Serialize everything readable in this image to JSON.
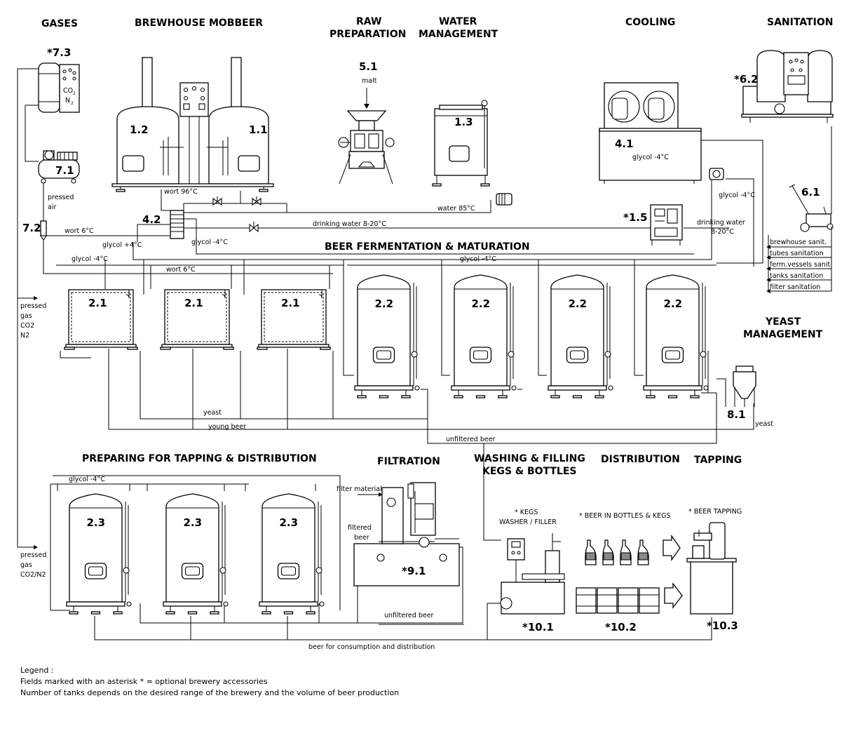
{
  "headers": {
    "gases": "GASES",
    "brewhouse": "BREWHOUSE MOBBEER",
    "raw_1": "RAW",
    "raw_2": "PREPARATION",
    "water_1": "WATER",
    "water_2": "MANAGEMENT",
    "cooling": "COOLING",
    "sanitation": "SANITATION",
    "fermentation": "BEER FERMENTATION & MATURATION",
    "yeast_1": "YEAST",
    "yeast_2": "MANAGEMENT",
    "preparing": "PREPARING FOR TAPPING & DISTRIBUTION",
    "filtration": "FILTRATION",
    "washing_1": "WASHING & FILLING",
    "washing_2": "KEGS & BOTTLES",
    "distribution": "DISTRIBUTION",
    "tapping": "TAPPING"
  },
  "equipment": {
    "e73": "*7.3",
    "e12": "1.2",
    "e11": "1.1",
    "e51": "5.1",
    "e13": "1.3",
    "e41": "4.1",
    "e62": "*6.2",
    "e71": "7.1",
    "e61": "6.1",
    "e72": "7.2",
    "e42": "4.2",
    "e15": "*1.5",
    "e21": "2.1",
    "e22": "2.2",
    "e81": "8.1",
    "e23": "2.3",
    "e91": "*9.1",
    "e101": "*10.1",
    "e102": "*10.2",
    "e103": "*10.3"
  },
  "labels": {
    "co2": "CO",
    "co2_sub": "2",
    "n2": "N",
    "n2_sub": "2",
    "malt": "malt",
    "pressed_1": "pressed",
    "pressed_2": "air",
    "wort96": "wort 96°C",
    "water85": "water 85°C",
    "glycol_minus4": "glycol -4°C",
    "glycol_plus4": "glycol +4°C",
    "wort6": "wort 6°C",
    "drinking_water": "drinking water 8-20°C",
    "drinking_water_1": "drinking water",
    "drinking_water_2": "8-20°C",
    "gas_1": "pressed",
    "gas_2": "gas",
    "gas_3": "CO2",
    "gas_4": "N2",
    "gas_b3": "CO2/N2",
    "yeast": "yeast",
    "young_beer": "young beer",
    "unfiltered_beer": "unfiltered beer",
    "filter_material": "filter material",
    "filtered_1": "filtered",
    "filtered_2": "beer",
    "kegs_1": "* KEGS",
    "kegs_2": "WASHER / FILLER",
    "bottles_kegs": "* BEER IN BOTTLES & KEGS",
    "beer_tapping": "* BEER TAPPING",
    "consumption": "beer for consumption and distribution"
  },
  "sanitation_list": [
    "brewhouse sanit.",
    "tubes sanitation",
    "ferm.vessels sanit",
    "tanks sanitation",
    "filter sanitation"
  ],
  "legend": {
    "title": "Legend :",
    "line1": "Fields marked with an asterisk * = optional brewery accessories",
    "line2": "Number of tanks depends on the desired range of the brewery and the volume of beer production"
  }
}
